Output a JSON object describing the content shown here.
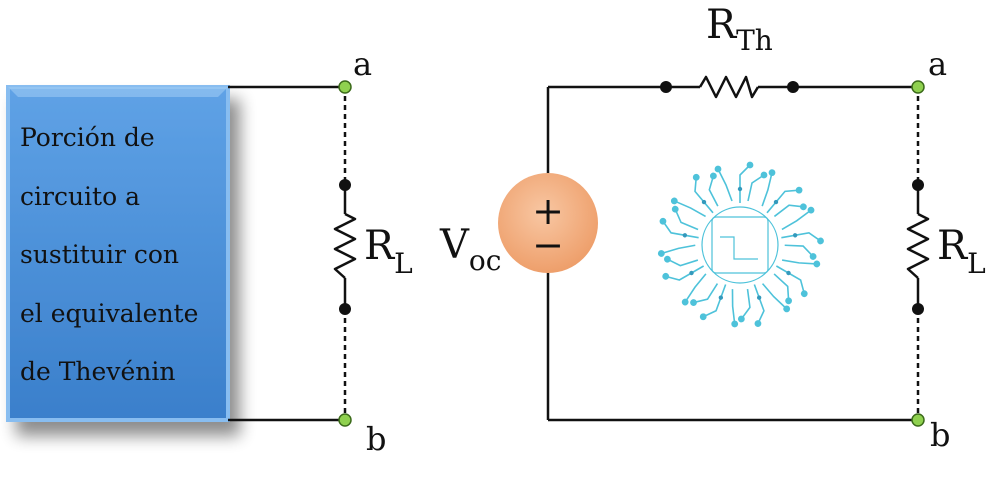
{
  "left_circuit": {
    "box_text": [
      "Porción de",
      "circuito a",
      "sustituir con",
      "el equivalente",
      "de Thevénin"
    ],
    "terminal_top": "a",
    "terminal_bottom": "b",
    "load_label": "R",
    "load_subscript": "L"
  },
  "right_circuit": {
    "source_label": "V",
    "source_subscript": "oc",
    "source_plus": "+",
    "source_minus": "−",
    "series_label": "R",
    "series_subscript": "Th",
    "load_label": "R",
    "load_subscript": "L",
    "terminal_top": "a",
    "terminal_bottom": "b"
  },
  "colors": {
    "box_fill": "#4a8fd8",
    "box_edge": "#7fb6ee",
    "source_fill": "#f2ac7e",
    "terminal_fill": "#8fd14f",
    "watermark": "#3bbcd6"
  }
}
